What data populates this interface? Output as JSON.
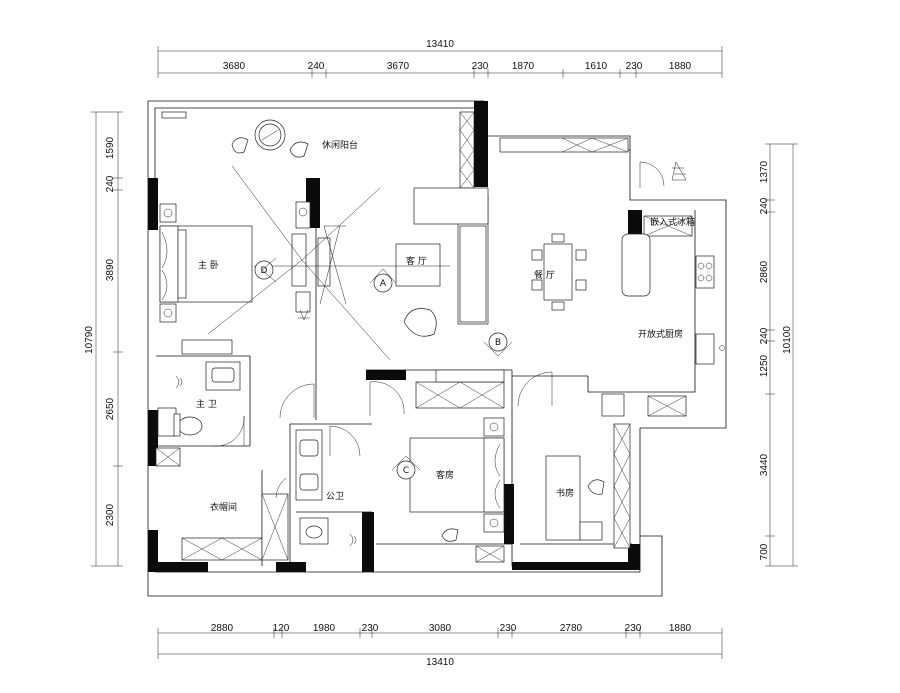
{
  "dimensions": {
    "top_total": "13410",
    "top_segments": [
      "3680",
      "240",
      "3670",
      "230",
      "1870",
      "1610",
      "230",
      "1880"
    ],
    "bottom_total": "13410",
    "bottom_segments": [
      "2880",
      "120",
      "1980",
      "230",
      "3080",
      "230",
      "2780",
      "230",
      "1880"
    ],
    "left_total": "10790",
    "left_segments": [
      "1590",
      "240",
      "3890",
      "2650",
      "2300"
    ],
    "right_total": "10100",
    "right_segments": [
      "1370",
      "240",
      "2860",
      "240",
      "1250",
      "3440",
      "700"
    ]
  },
  "rooms": {
    "balcony": "休闲阳台",
    "master_bedroom": "主  卧",
    "living_room": "客  厅",
    "dining_room": "餐  厅",
    "fridge": "嵌入式冰箱",
    "kitchen": "开放式厨房",
    "master_bath": "主  卫",
    "closet": "衣帽间",
    "public_bath": "公卫",
    "guest_room": "客房",
    "study": "书房"
  },
  "markers": {
    "a": "A",
    "b": "B",
    "c": "C",
    "d": "D"
  }
}
